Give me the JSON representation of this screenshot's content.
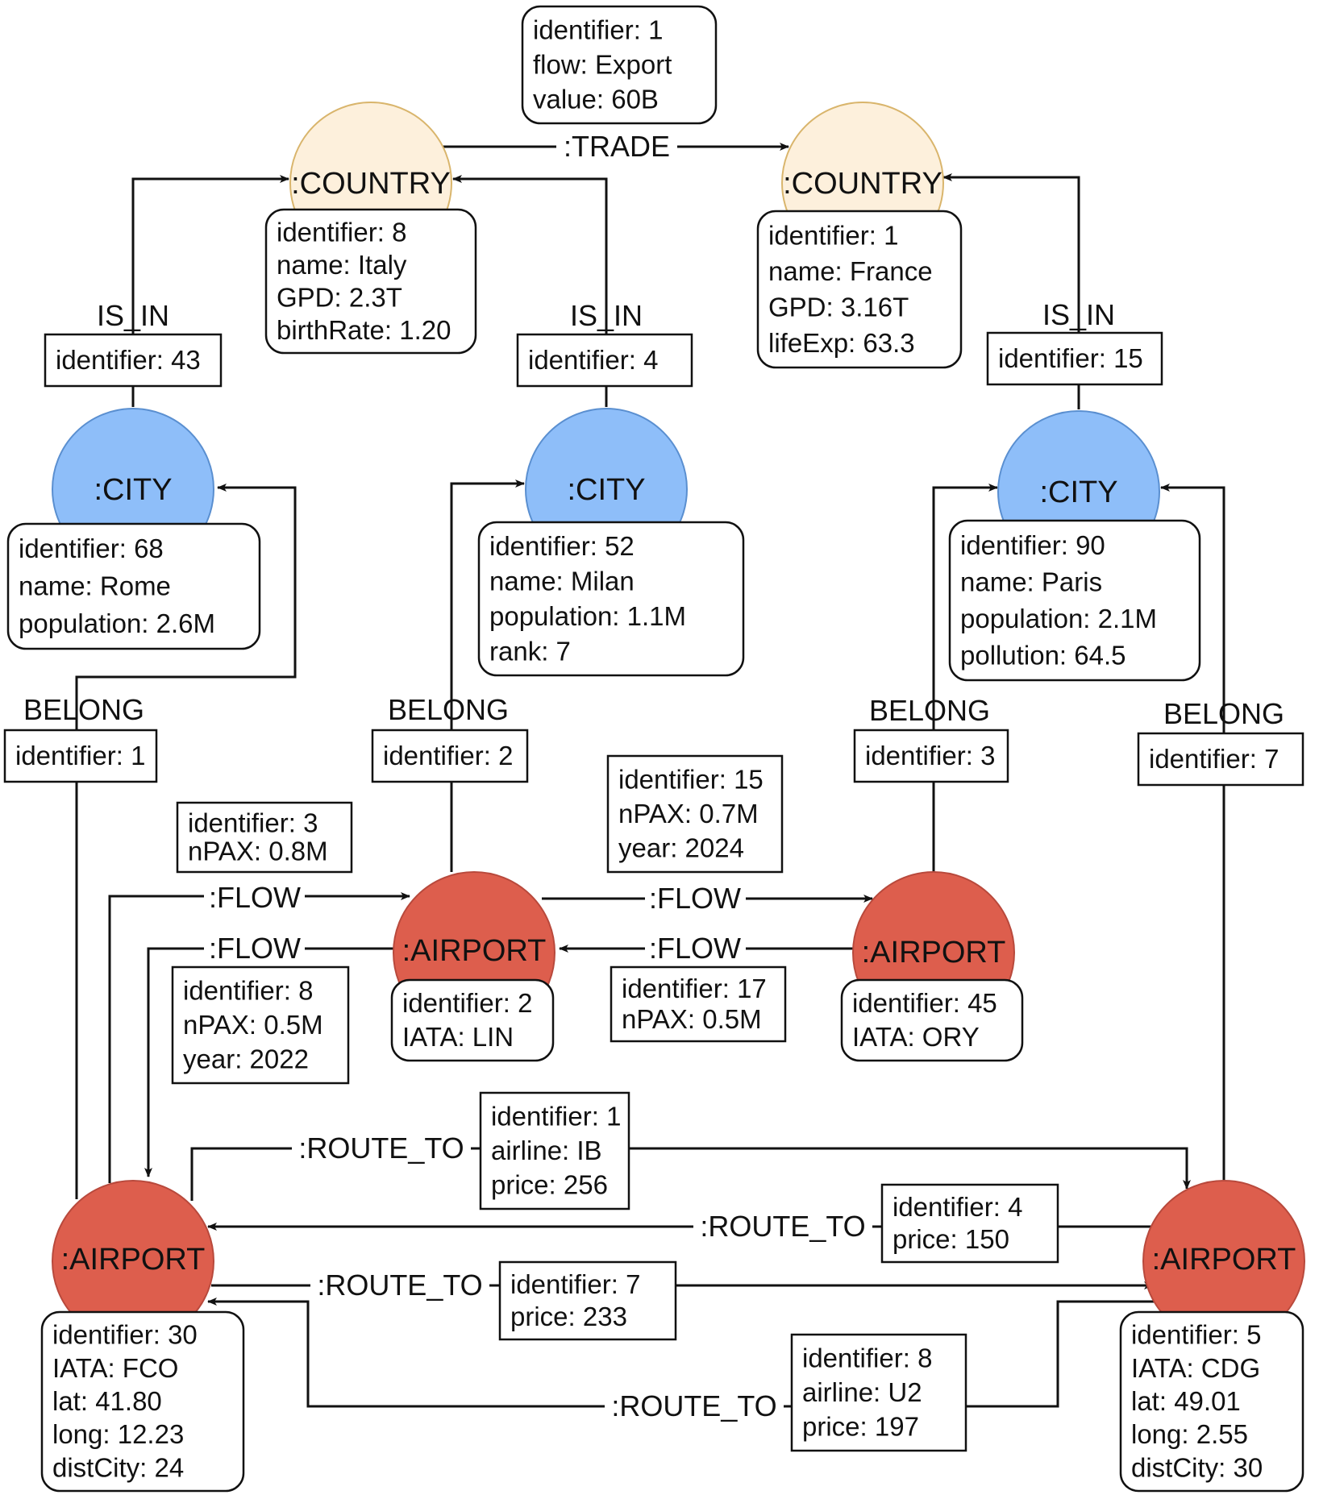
{
  "colors": {
    "country": "#fdf0dc",
    "country_stroke": "#d9b56c",
    "city": "#8ebef9",
    "city_stroke": "#5a8fd0",
    "airport": "#dd5e4d",
    "airport_stroke": "#b8493c",
    "edge": "#111111"
  },
  "nodes": {
    "country_italy": {
      "label": ":COUNTRY",
      "props": [
        "identifier: 8",
        "name: Italy",
        "GPD: 2.3T",
        "birthRate: 1.20"
      ]
    },
    "country_france": {
      "label": ":COUNTRY",
      "props": [
        "identifier: 1",
        "name: France",
        "GPD: 3.16T",
        "lifeExp: 63.3"
      ]
    },
    "city_rome": {
      "label": ":CITY",
      "props": [
        "identifier: 68",
        "name: Rome",
        "population: 2.6M"
      ]
    },
    "city_milan": {
      "label": ":CITY",
      "props": [
        "identifier: 52",
        "name: Milan",
        "population: 1.1M",
        "rank: 7"
      ]
    },
    "city_paris": {
      "label": ":CITY",
      "props": [
        "identifier: 90",
        "name: Paris",
        "population: 2.1M",
        "pollution: 64.5"
      ]
    },
    "airport_lin": {
      "label": ":AIRPORT",
      "props": [
        "identifier: 2",
        "IATA: LIN"
      ]
    },
    "airport_ory": {
      "label": ":AIRPORT",
      "props": [
        "identifier: 45",
        "IATA: ORY"
      ]
    },
    "airport_fco": {
      "label": ":AIRPORT",
      "props": [
        "identifier: 30",
        "IATA: FCO",
        "lat: 41.80",
        "long: 12.23",
        "distCity: 24"
      ]
    },
    "airport_cdg": {
      "label": ":AIRPORT",
      "props": [
        "identifier: 5",
        "IATA: CDG",
        "lat: 49.01",
        "long: 2.55",
        "distCity: 30"
      ]
    }
  },
  "edges": {
    "trade": {
      "label": ":TRADE",
      "props": [
        "identifier: 1",
        "flow: Export",
        "value: 60B"
      ]
    },
    "is_in_rome": {
      "label": "IS_IN",
      "props": [
        "identifier: 43"
      ]
    },
    "is_in_milan": {
      "label": "IS_IN",
      "props": [
        "identifier: 4"
      ]
    },
    "is_in_paris": {
      "label": "IS_IN",
      "props": [
        "identifier: 15"
      ]
    },
    "belong_fco": {
      "label": "BELONG",
      "props": [
        "identifier: 1"
      ]
    },
    "belong_lin": {
      "label": "BELONG",
      "props": [
        "identifier: 2"
      ]
    },
    "belong_ory": {
      "label": "BELONG",
      "props": [
        "identifier: 3"
      ]
    },
    "belong_cdg": {
      "label": "BELONG",
      "props": [
        "identifier: 7"
      ]
    },
    "flow_fco_lin": {
      "label": ":FLOW",
      "props": [
        "identifier: 3",
        "nPAX: 0.8M"
      ]
    },
    "flow_lin_fco": {
      "label": ":FLOW",
      "props": [
        "identifier: 8",
        "nPAX: 0.5M",
        "year: 2022"
      ]
    },
    "flow_lin_ory": {
      "label": ":FLOW",
      "props": [
        "identifier: 15",
        "nPAX: 0.7M",
        "year: 2024"
      ]
    },
    "flow_ory_lin": {
      "label": ":FLOW",
      "props": [
        "identifier: 17",
        "nPAX: 0.5M"
      ]
    },
    "route_fco_cdg_1": {
      "label": ":ROUTE_TO",
      "props": [
        "identifier: 1",
        "airline: IB",
        "price: 256"
      ]
    },
    "route_cdg_fco_4": {
      "label": ":ROUTE_TO",
      "props": [
        "identifier: 4",
        "price: 150"
      ]
    },
    "route_fco_cdg_7": {
      "label": ":ROUTE_TO",
      "props": [
        "identifier: 7",
        "price: 233"
      ]
    },
    "route_cdg_fco_8": {
      "label": ":ROUTE_TO",
      "props": [
        "identifier: 8",
        "airline: U2",
        "price: 197"
      ]
    }
  }
}
